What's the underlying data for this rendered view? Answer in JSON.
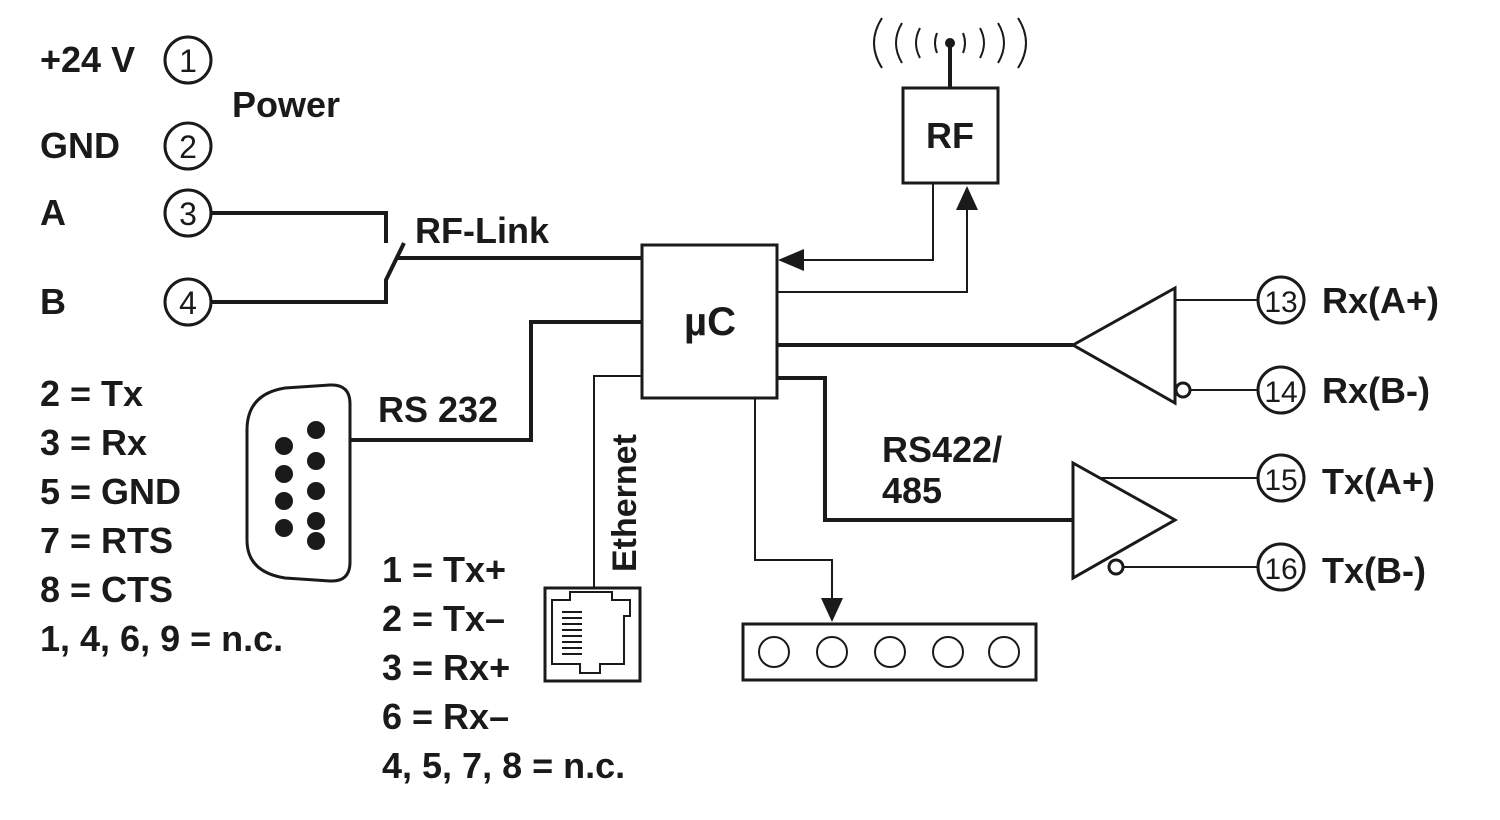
{
  "power": {
    "v24_label": "+24 V",
    "gnd_label": "GND",
    "a_label": "A",
    "b_label": "B",
    "group_label": "Power",
    "pins": [
      "1",
      "2",
      "3",
      "4"
    ]
  },
  "rf_link_label": "RF-Link",
  "rf_label": "RF",
  "uc_label": "µC",
  "rs232": {
    "label": "RS 232",
    "pinout": [
      "2 = Tx",
      "3 = Rx",
      "5 = GND",
      "7 = RTS",
      "8 = CTS",
      "1, 4, 6, 9 = n.c."
    ]
  },
  "ethernet": {
    "label": "Ethernet",
    "pinout": [
      "1 = Tx+",
      "2 = Tx–",
      "3 = Rx+",
      "6 = Rx–",
      "4, 5, 7, 8 = n.c."
    ]
  },
  "rs422": {
    "label_line1": "RS422/",
    "label_line2": "485",
    "terminals": [
      {
        "num": "13",
        "label": "Rx(A+)"
      },
      {
        "num": "14",
        "label": "Rx(B-)"
      },
      {
        "num": "15",
        "label": "Tx(A+)"
      },
      {
        "num": "16",
        "label": "Tx(B-)"
      }
    ]
  }
}
